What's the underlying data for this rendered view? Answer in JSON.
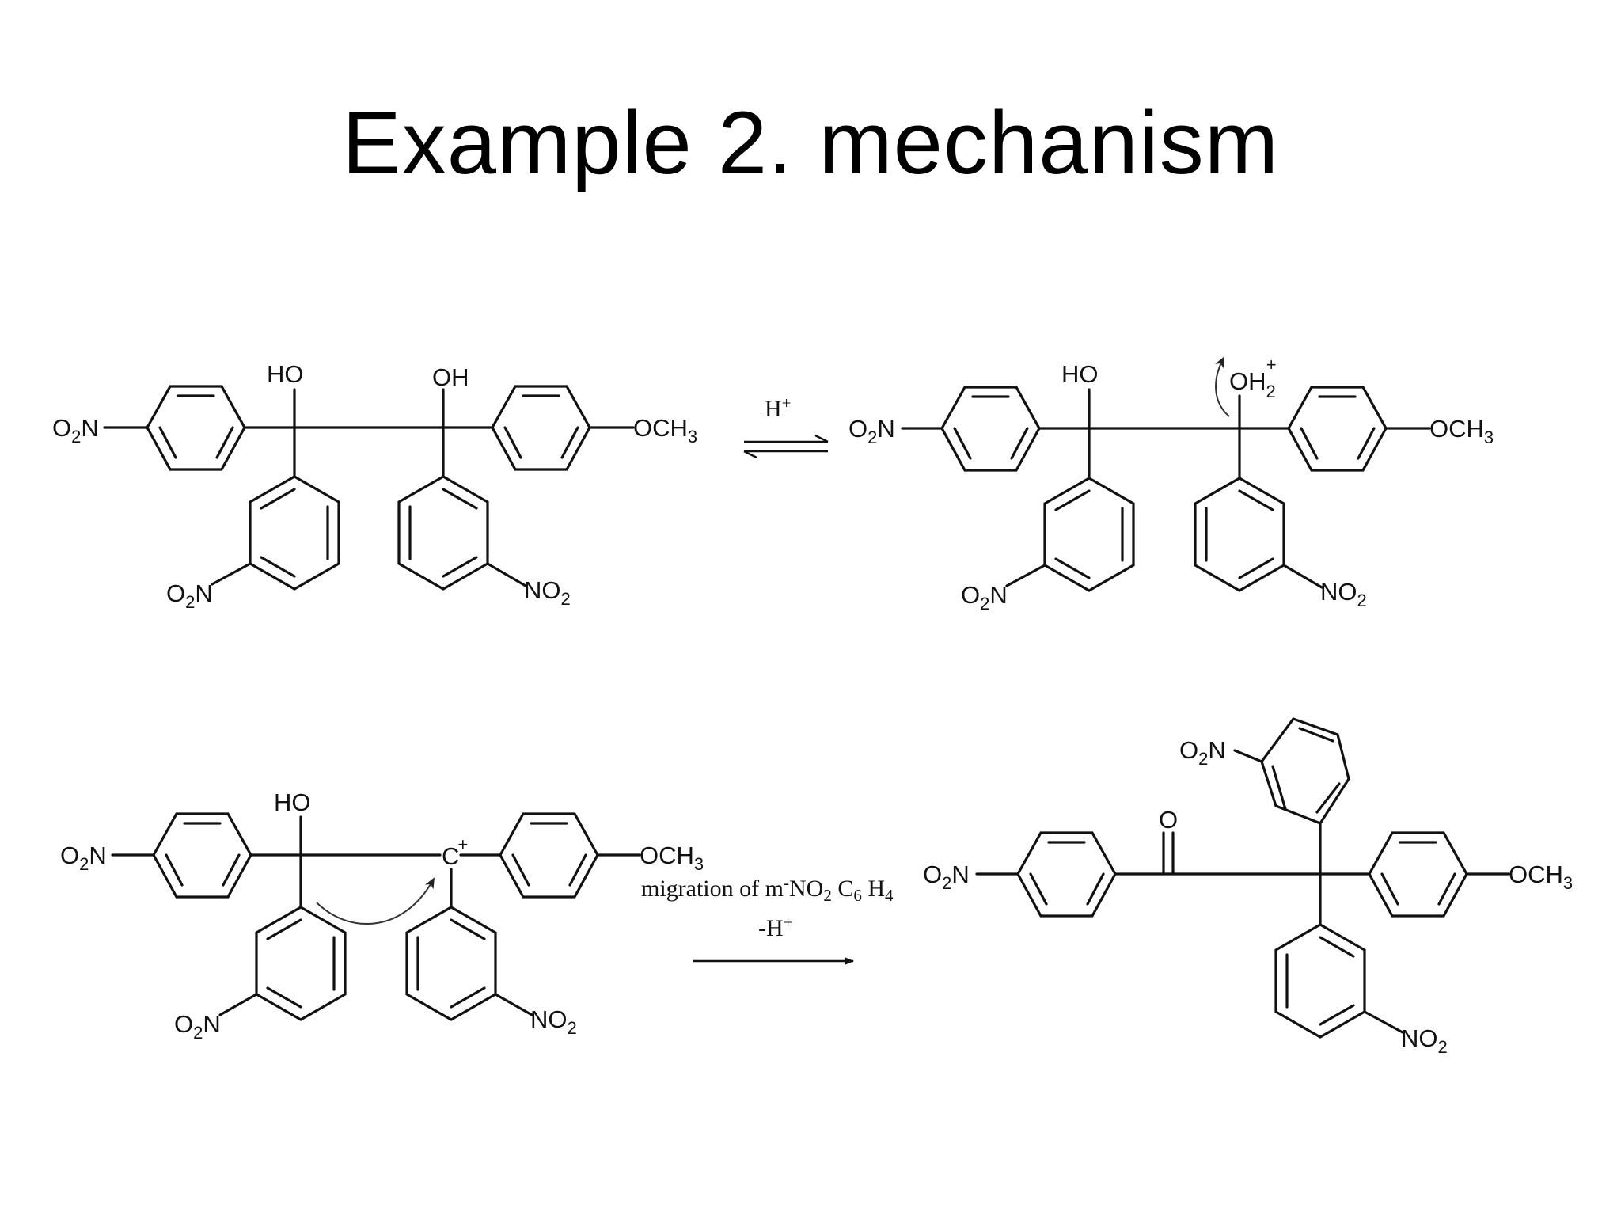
{
  "slide": {
    "title": "Example 2. mechanism"
  },
  "structure_1": {
    "ho": "HO",
    "oh": "OH",
    "o2n_left": [
      "O",
      "2",
      "N"
    ],
    "o2n_meta": [
      "O",
      "2",
      "N"
    ],
    "no2_meta": [
      "NO",
      "2"
    ],
    "och3": [
      "OCH",
      "3"
    ]
  },
  "step_1": {
    "reagent": "H",
    "reagent_charge": "+"
  },
  "structure_2": {
    "ho": "HO",
    "oh2": [
      "OH",
      "2",
      "+"
    ],
    "o2n_left": [
      "O",
      "2",
      "N"
    ],
    "o2n_meta": [
      "O",
      "2",
      "N"
    ],
    "no2_meta": [
      "NO",
      "2"
    ],
    "och3": [
      "OCH",
      "3"
    ]
  },
  "structure_3": {
    "ho": "HO",
    "cation": [
      "C",
      "+"
    ],
    "o2n_left": [
      "O",
      "2",
      "N"
    ],
    "o2n_meta": [
      "O",
      "2",
      "N"
    ],
    "no2_meta": [
      "NO",
      "2"
    ],
    "och3": [
      "OCH",
      "3"
    ]
  },
  "step_2": {
    "line1_parts": [
      "migration of m",
      "-",
      "NO",
      "2",
      " C",
      "6",
      " H",
      "4"
    ],
    "line2": "-H",
    "line2_charge": "+"
  },
  "structure_4": {
    "carbonyl_o": "O",
    "o2n_left": [
      "O",
      "2",
      "N"
    ],
    "o2n_top": [
      "O",
      "2",
      "N"
    ],
    "no2_meta": [
      "NO",
      "2"
    ],
    "och3": [
      "OCH",
      "3"
    ]
  }
}
